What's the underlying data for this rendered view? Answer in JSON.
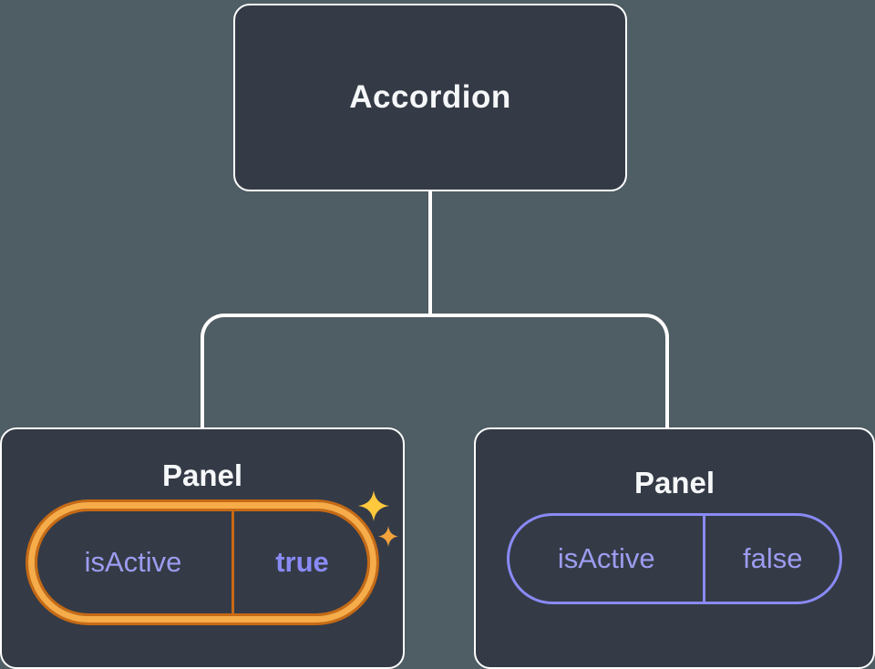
{
  "tree": {
    "root": {
      "label": "Accordion"
    },
    "panels": [
      {
        "title": "Panel",
        "prop_name": "isActive",
        "prop_value": "true",
        "state": "active"
      },
      {
        "title": "Panel",
        "prop_name": "isActive",
        "prop_value": "false",
        "state": "inactive"
      }
    ]
  },
  "icons": {
    "sparkle": "sparkle-icon"
  },
  "colors": {
    "background": "#4f5d64",
    "node_bg": "#343b46",
    "node_border": "#ffffff",
    "node_text": "#f6f7f9",
    "connector": "#ffffff",
    "purple": "#8a8af6",
    "lavender": "#9c9cf0",
    "orange_dark": "#c76a15",
    "gold_band": "#f6ac49",
    "sparkle_gold": "#ffc83d",
    "sparkle_small": "#f2a33c"
  }
}
